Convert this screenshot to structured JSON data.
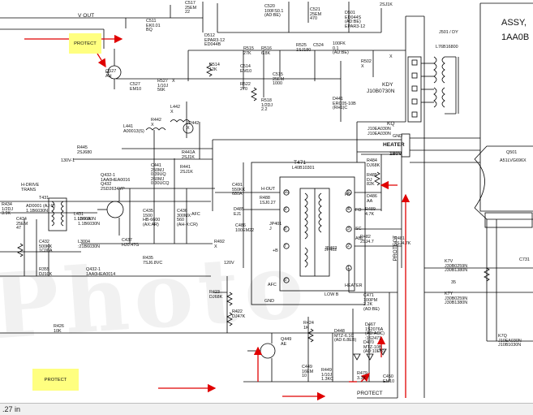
{
  "highlights": {
    "protect_top": "PROTECT",
    "protect_bottom": "PROTECT"
  },
  "title_block": {
    "assy": "ASSY,",
    "part": "1AA0B"
  },
  "wires": {
    "vout": "V OUT",
    "protect_bottom_wire": "PROTECT",
    "protect_vertical": "PROTECT",
    "heater": "HEATER",
    "v180": "180V",
    "kq": "KQ",
    "gnd": "GND"
  },
  "fbt": {
    "ref": "T471",
    "part": "L40B10301",
    "pins": [
      "H-OUT",
      "HV",
      "FO",
      "SC",
      "ABL",
      "+B",
      "AFC",
      "HEATER",
      "GND",
      "LOW B",
      "JP402"
    ],
    "numbers": [
      "10",
      "9",
      "8",
      "7",
      "6",
      "5",
      "4",
      "3",
      "2",
      "1"
    ]
  },
  "yoke": {
    "connector": "J501 / DY",
    "part": "L76B16800",
    "kdy": "KDY",
    "kdy_part": "J10B0730N",
    "crt_ref": "Q501",
    "crt_part": "A51LVG696X"
  },
  "components": [
    {
      "id": "c517",
      "text": "C517\n25EM\n22"
    },
    {
      "id": "c511",
      "text": "C511\nEK0.01\nBQ"
    },
    {
      "id": "c520",
      "text": "C520\n100FS0.1\n(AD:BE)"
    },
    {
      "id": "d521",
      "text": "C521\n25EM\n470"
    },
    {
      "id": "d501",
      "text": "D501\nED044S\n(AD:BE)\nEPAR3-12"
    },
    {
      "id": "q2s1k",
      "text": "2SJ1K"
    },
    {
      "id": "d512",
      "text": "D512\nEPAR3-12\nED044B"
    },
    {
      "id": "r515",
      "text": "R515\n27K"
    },
    {
      "id": "r516",
      "text": "R516\n6.8K"
    },
    {
      "id": "r525",
      "text": "R525\n1SJ180"
    },
    {
      "id": "c524",
      "text": "C524"
    },
    {
      "id": "c100fk",
      "text": "100FK\n0.1\n(AD:BE)"
    },
    {
      "id": "r514",
      "text": "R514\n12K"
    },
    {
      "id": "c514",
      "text": "C514\nEM10"
    },
    {
      "id": "c515",
      "text": "C515\n25EM\n1000"
    },
    {
      "id": "r502",
      "text": "R502\nX"
    },
    {
      "id": "q527",
      "text": "Q527\nAH"
    },
    {
      "id": "c527",
      "text": "C527\nEM10"
    },
    {
      "id": "r527",
      "text": "R527\n1/10J\n56K"
    },
    {
      "id": "r522",
      "text": "R522\n270"
    },
    {
      "id": "r518",
      "text": "R518\n1/2DJ\n2.2"
    },
    {
      "id": "d441",
      "text": "D441\nERC05-10B\n(RH1)C"
    },
    {
      "id": "l442",
      "text": "L442\nX"
    },
    {
      "id": "l441",
      "text": "L441\nA00013(S)"
    },
    {
      "id": "jp442",
      "text": "JP442\nX"
    },
    {
      "id": "r442",
      "text": "R442\nX"
    },
    {
      "id": "r445",
      "text": "R445\n2SJ680"
    },
    {
      "id": "c441",
      "text": "C441\n250MJ\n0.39UQ\n260MJ\n0.30UCQ"
    },
    {
      "id": "r441a",
      "text": "R441A\n2SJ1K"
    },
    {
      "id": "r441",
      "text": "R441\n2SJ1K"
    },
    {
      "id": "k10b",
      "text": "J10EA030N\nJ10EA030N"
    },
    {
      "id": "q432",
      "text": "Q432-1\n1AA0HEA0016\nQ432\n2SD2634YP"
    },
    {
      "id": "t431",
      "text": "T431"
    },
    {
      "id": "hdrive",
      "text": "H-DRIVE\nTRANS"
    },
    {
      "id": "r434",
      "text": "R434\n1/2DJ\n3.9K"
    },
    {
      "id": "c434",
      "text": "C434\n25EM\n47"
    },
    {
      "id": "l431",
      "text": "L431\n1.1B6030N"
    },
    {
      "id": "l300",
      "text": "L300A\n1.1B6030N"
    },
    {
      "id": "c432",
      "text": "C432\n500KK\n1C00A"
    },
    {
      "id": "l3004",
      "text": "L3004\n:21B6030N"
    },
    {
      "id": "c437",
      "text": "C437\nHJ0.47G"
    },
    {
      "id": "c435",
      "text": "C435\n1500\nHB-6600\n(AX:AR)"
    },
    {
      "id": "c436",
      "text": "C436\n300MX\n560\n(AH-X:CR)"
    },
    {
      "id": "c491",
      "text": "C491\n550KK\n680A"
    },
    {
      "id": "r488",
      "text": "R488\n1SJ0.27"
    },
    {
      "id": "jp401",
      "text": "JP401\nJ"
    },
    {
      "id": "d485",
      "text": "D485\nEJ1"
    },
    {
      "id": "c486",
      "text": "C486\n100EM22"
    },
    {
      "id": "r484",
      "text": "R484\nDJ68K"
    },
    {
      "id": "r485",
      "text": "R485\nDJ\n82K"
    },
    {
      "id": "d486",
      "text": "D486\nAA"
    },
    {
      "id": "r489",
      "text": "R489\n4.7K"
    },
    {
      "id": "r482",
      "text": "R482\n2SJ4.7"
    },
    {
      "id": "r481",
      "text": "R481\n2SJ4.7K"
    },
    {
      "id": "r492",
      "text": "R492\nX"
    },
    {
      "id": "r355",
      "text": "R355\nDJ10K"
    },
    {
      "id": "q4321",
      "text": "Q432-1\n1AA0HEA0014"
    },
    {
      "id": "r435",
      "text": "R435\n7SJ6.8VC"
    },
    {
      "id": "r423",
      "text": "R423\nDJ68K"
    },
    {
      "id": "r422",
      "text": "R422\nDJ47K"
    },
    {
      "id": "r426",
      "text": "R426\n10K"
    },
    {
      "id": "r424",
      "text": "R424\n1K"
    },
    {
      "id": "q449",
      "text": "Q449\nAE"
    },
    {
      "id": "d448",
      "text": "D448\nMTZ-6.1C\n(AD:6.8EB)"
    },
    {
      "id": "d467",
      "text": "D467\n1S2076A\n(AD:ACC)\n:1S2471"
    },
    {
      "id": "d470",
      "text": "D470\nMTZ-10B\n(AD:10EB)"
    },
    {
      "id": "c471",
      "text": "C471\n100PM\n2.2K\n(AD:BE)"
    },
    {
      "id": "c449",
      "text": "C449\n16EM\n10"
    },
    {
      "id": "r449",
      "text": "R449\n1/10J\n1.3KC"
    },
    {
      "id": "r479",
      "text": "R479\n3.3K"
    },
    {
      "id": "c450",
      "text": "C450\nEM10"
    },
    {
      "id": "k7v",
      "text": "K7V\nJ30B0259N\nJ30B1380N"
    },
    {
      "id": "k7y",
      "text": "K7Y\nJ30B0259N\nJ30B1380N"
    },
    {
      "id": "k7q",
      "text": "K7Q\nJ10EA030N\nJ10B1030N"
    },
    {
      "id": "c731",
      "text": "C731"
    },
    {
      "id": "afc",
      "text": "AFC"
    },
    {
      "id": "v120",
      "text": "120V"
    },
    {
      "id": "x1",
      "text": "X"
    },
    {
      "id": "x2",
      "text": "X"
    },
    {
      "id": "ad0001",
      "text": "AD0001 (AJ:C)\n1.1B6030N"
    },
    {
      "id": "blk130",
      "text": "130V-1"
    },
    {
      "id": "p35",
      "text": "35"
    },
    {
      "id": "jp402lbl",
      "text": "JP402"
    }
  ],
  "status": {
    "zoom": ".27 in"
  },
  "colors": {
    "highlight": "#ffff80",
    "arrow": "#e00000",
    "line": "#000000"
  }
}
